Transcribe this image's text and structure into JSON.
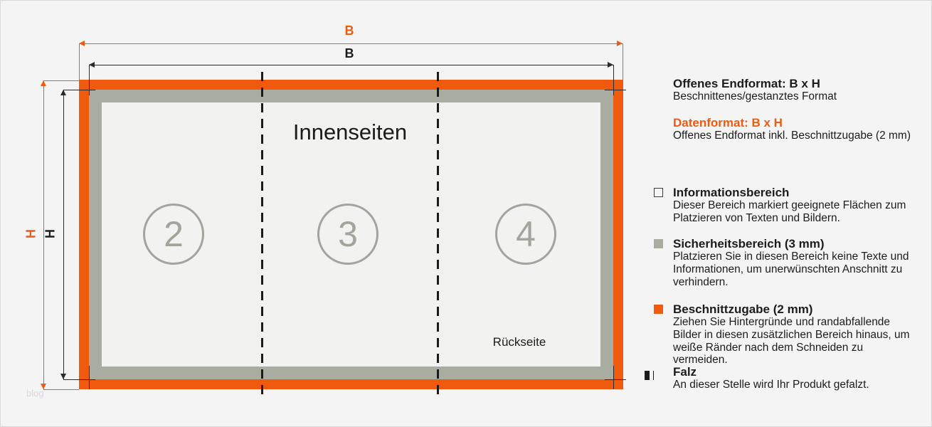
{
  "colors": {
    "accent_orange": "#ef5a0f",
    "safety_gray": "#a9aca1",
    "circle_gray": "#a2a59b",
    "ink": "#1c1c1c",
    "background": "#f3f4f3"
  },
  "diagram": {
    "title": "Innenseiten",
    "back_label": "Rückseite",
    "panels": [
      {
        "number": "2"
      },
      {
        "number": "3"
      },
      {
        "number": "4"
      }
    ],
    "dimensions": {
      "b_outer": "B",
      "b_inner": "B",
      "h_outer": "H",
      "h_inner": "H"
    }
  },
  "legend": {
    "headers": [
      {
        "title": "Offenes Endformat: B x H",
        "desc": "Beschnittenes/gestanztes Format"
      },
      {
        "title": "Datenformat: B x H",
        "desc": "Offenes Endformat inkl. Beschnittzugabe (2 mm)"
      }
    ],
    "items": [
      {
        "swatch": "outline-square",
        "title": "Informationsbereich",
        "desc": "Dieser Bereich markiert geeignete Flächen zum Platzieren von Texten und Bildern."
      },
      {
        "swatch": "gray-square",
        "title": "Sicherheitsbereich (3 mm)",
        "desc": "Platzieren Sie in diesen Bereich keine Texte und Informationen, um unerwünschten Anschnitt zu verhindern."
      },
      {
        "swatch": "orange-square",
        "title": "Beschnittzugabe (2 mm)",
        "desc": "Ziehen Sie Hintergründe und randabfallende Bilder in diesen zusätzlichen Bereich hinaus, um weiße Ränder nach dem Schneiden zu vermeiden."
      },
      {
        "swatch": "dashed-line",
        "title": "Falz",
        "desc": "An dieser Stelle wird Ihr Produkt gefalzt."
      }
    ]
  },
  "watermark": "blog"
}
